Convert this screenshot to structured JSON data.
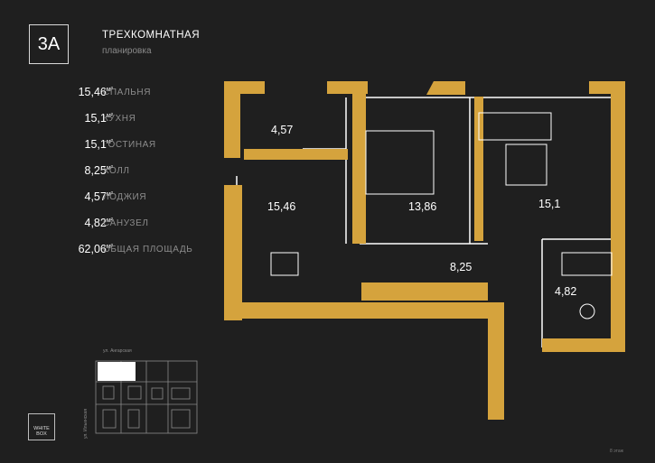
{
  "header": {
    "badge": "3А",
    "title": "ТРЕХКОМНАТНАЯ",
    "subtitle": "планировка"
  },
  "areas": [
    {
      "value": "15,46",
      "unit": "м²",
      "label": "СПАЛЬНЯ"
    },
    {
      "value": "15,1",
      "unit": "м²",
      "label": "КУХНЯ"
    },
    {
      "value": "15,1",
      "unit": "м²",
      "label": "ГОСТИНАЯ"
    },
    {
      "value": "8,25",
      "unit": "м²",
      "label": "ХОЛЛ"
    },
    {
      "value": "4,57",
      "unit": "м²",
      "label": "ЛОДЖИЯ"
    },
    {
      "value": "4,82",
      "unit": "м²",
      "label": "САНУЗЕЛ"
    },
    {
      "value": "62,06",
      "unit": "м²",
      "label": "ОБЩАЯ ПЛОЩАДЬ"
    }
  ],
  "plan": {
    "rooms": {
      "loggia": "4,57",
      "bedroom": "15,46",
      "living": "13,86",
      "kitchen": "15,1",
      "hall": "8,25",
      "bathroom": "4,82"
    },
    "colors": {
      "wall": "#d5a33d",
      "line": "#ffffff",
      "background": "#1f1f1f"
    }
  },
  "mini_plan": {
    "street_top": "ул. Ангарская",
    "street_side": "ул. Ильинская"
  },
  "logo": {
    "line1": "WHITE",
    "line2": "BOX"
  },
  "corner_note": "8 этаж"
}
